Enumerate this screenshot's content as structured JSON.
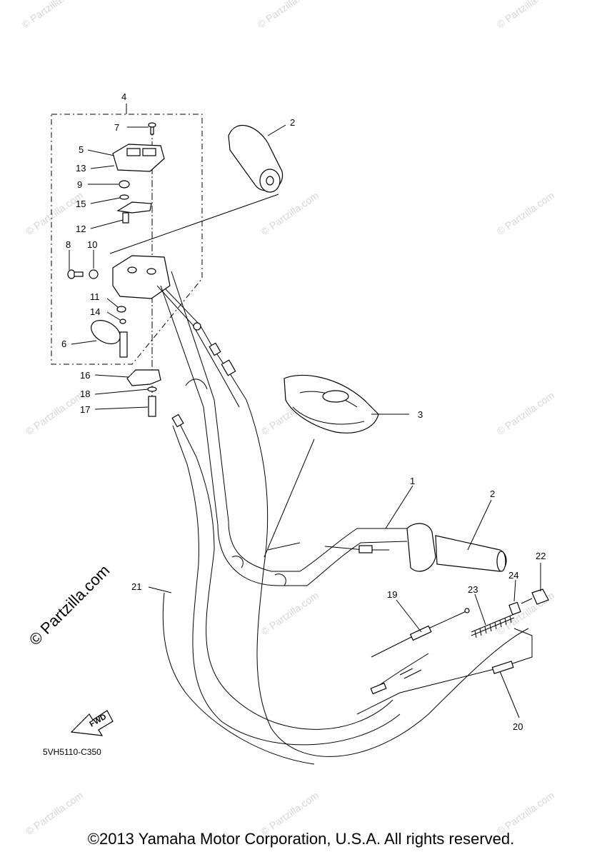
{
  "watermark": "© Partzilla.com",
  "side_watermark": "© Partzilla.com",
  "diagram_code": "5VH5110-C350",
  "fwd_label": "FWD",
  "copyright": "©2013 Yamaha Motor Corporation, U.S.A. All rights reserved.",
  "callouts": {
    "c1": "1",
    "c2a": "2",
    "c2b": "2",
    "c3": "3",
    "c4": "4",
    "c5": "5",
    "c6": "6",
    "c7": "7",
    "c8": "8",
    "c9": "9",
    "c10": "10",
    "c11": "11",
    "c12": "12",
    "c13": "13",
    "c14": "14",
    "c15": "15",
    "c16": "16",
    "c17": "17",
    "c18": "18",
    "c19": "19",
    "c20": "20",
    "c21": "21",
    "c22": "22",
    "c23": "23",
    "c24": "24"
  }
}
